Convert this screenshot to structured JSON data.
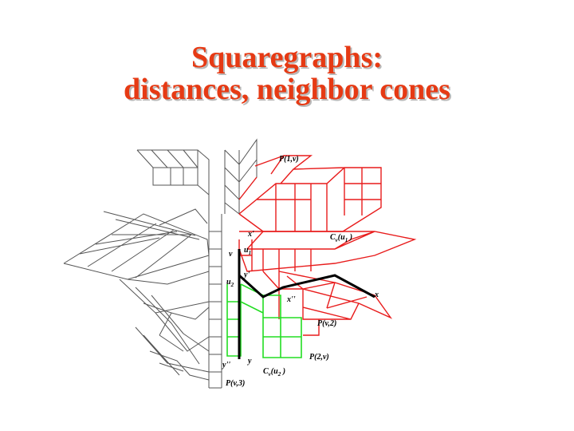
{
  "slide": {
    "title_line1": "Squaregraphs:",
    "title_line2": "distances, neighbor cones"
  },
  "colors": {
    "title": "#e63a14",
    "gray_grid": "#555555",
    "red_grid": "#e81c1c",
    "green_grid": "#22dd22",
    "path": "#000000"
  },
  "labels": {
    "p1v": "P(1,v)",
    "xprime": "x'",
    "cv_u1": "C",
    "cv_u1_sub": "v",
    "cv_u1_arg": "(u",
    "cv_u1_idx": "1",
    "cv_u1_close": " )",
    "v": "v",
    "u1": "u",
    "u1_sub": "1",
    "yprime": "y'",
    "u2": "u",
    "u2_sub": "2",
    "xdouble": "x''",
    "x": "x",
    "pv2": "P(v,2)",
    "p2v": "P(2,v)",
    "y": "y",
    "ydouble": "y''",
    "cv_u2": "C",
    "cv_u2_sub": "v",
    "cv_u2_arg": "(u",
    "cv_u2_idx": "2",
    "cv_u2_close": " )",
    "pv3": "P(v,3)"
  }
}
